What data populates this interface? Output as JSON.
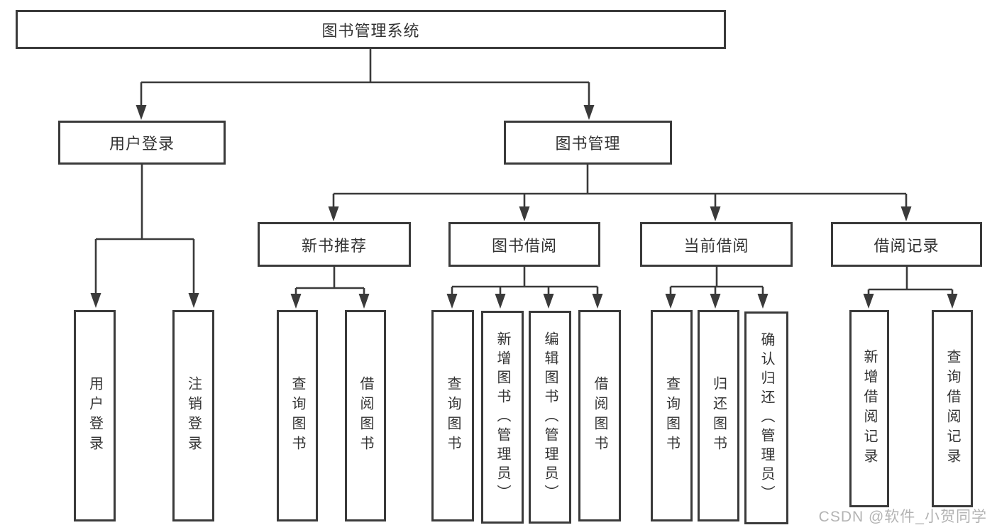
{
  "diagram": {
    "title": "图书管理系统",
    "root": {
      "label": "图书管理系统"
    },
    "level1": [
      {
        "label": "用户登录"
      },
      {
        "label": "图书管理"
      }
    ],
    "level2": [
      {
        "label": "新书推荐"
      },
      {
        "label": "图书借阅"
      },
      {
        "label": "当前借阅"
      },
      {
        "label": "借阅记录"
      }
    ],
    "leaves": {
      "user_login": [
        {
          "label": "用户登录"
        },
        {
          "label": "注销登录"
        }
      ],
      "new_book": [
        {
          "label": "查询图书"
        },
        {
          "label": "借阅图书"
        }
      ],
      "book_borrow": [
        {
          "label": "查询图书"
        },
        {
          "label": "新增图书（管理员）"
        },
        {
          "label": "编辑图书（管理员）"
        },
        {
          "label": "借阅图书"
        }
      ],
      "current_borrow": [
        {
          "label": "查询图书"
        },
        {
          "label": "归还图书"
        },
        {
          "label": "确认归还（管理员）"
        }
      ],
      "borrow_records": [
        {
          "label": "新增借阅记录"
        },
        {
          "label": "查询借阅记录"
        }
      ]
    }
  },
  "watermark": {
    "text": "CSDN @软件_小贺同学"
  },
  "colors": {
    "line": "#3a3a3a",
    "box_border": "#3a3a3a",
    "text": "#333333",
    "watermark": "#b3b3b3",
    "background": "#ffffff"
  }
}
